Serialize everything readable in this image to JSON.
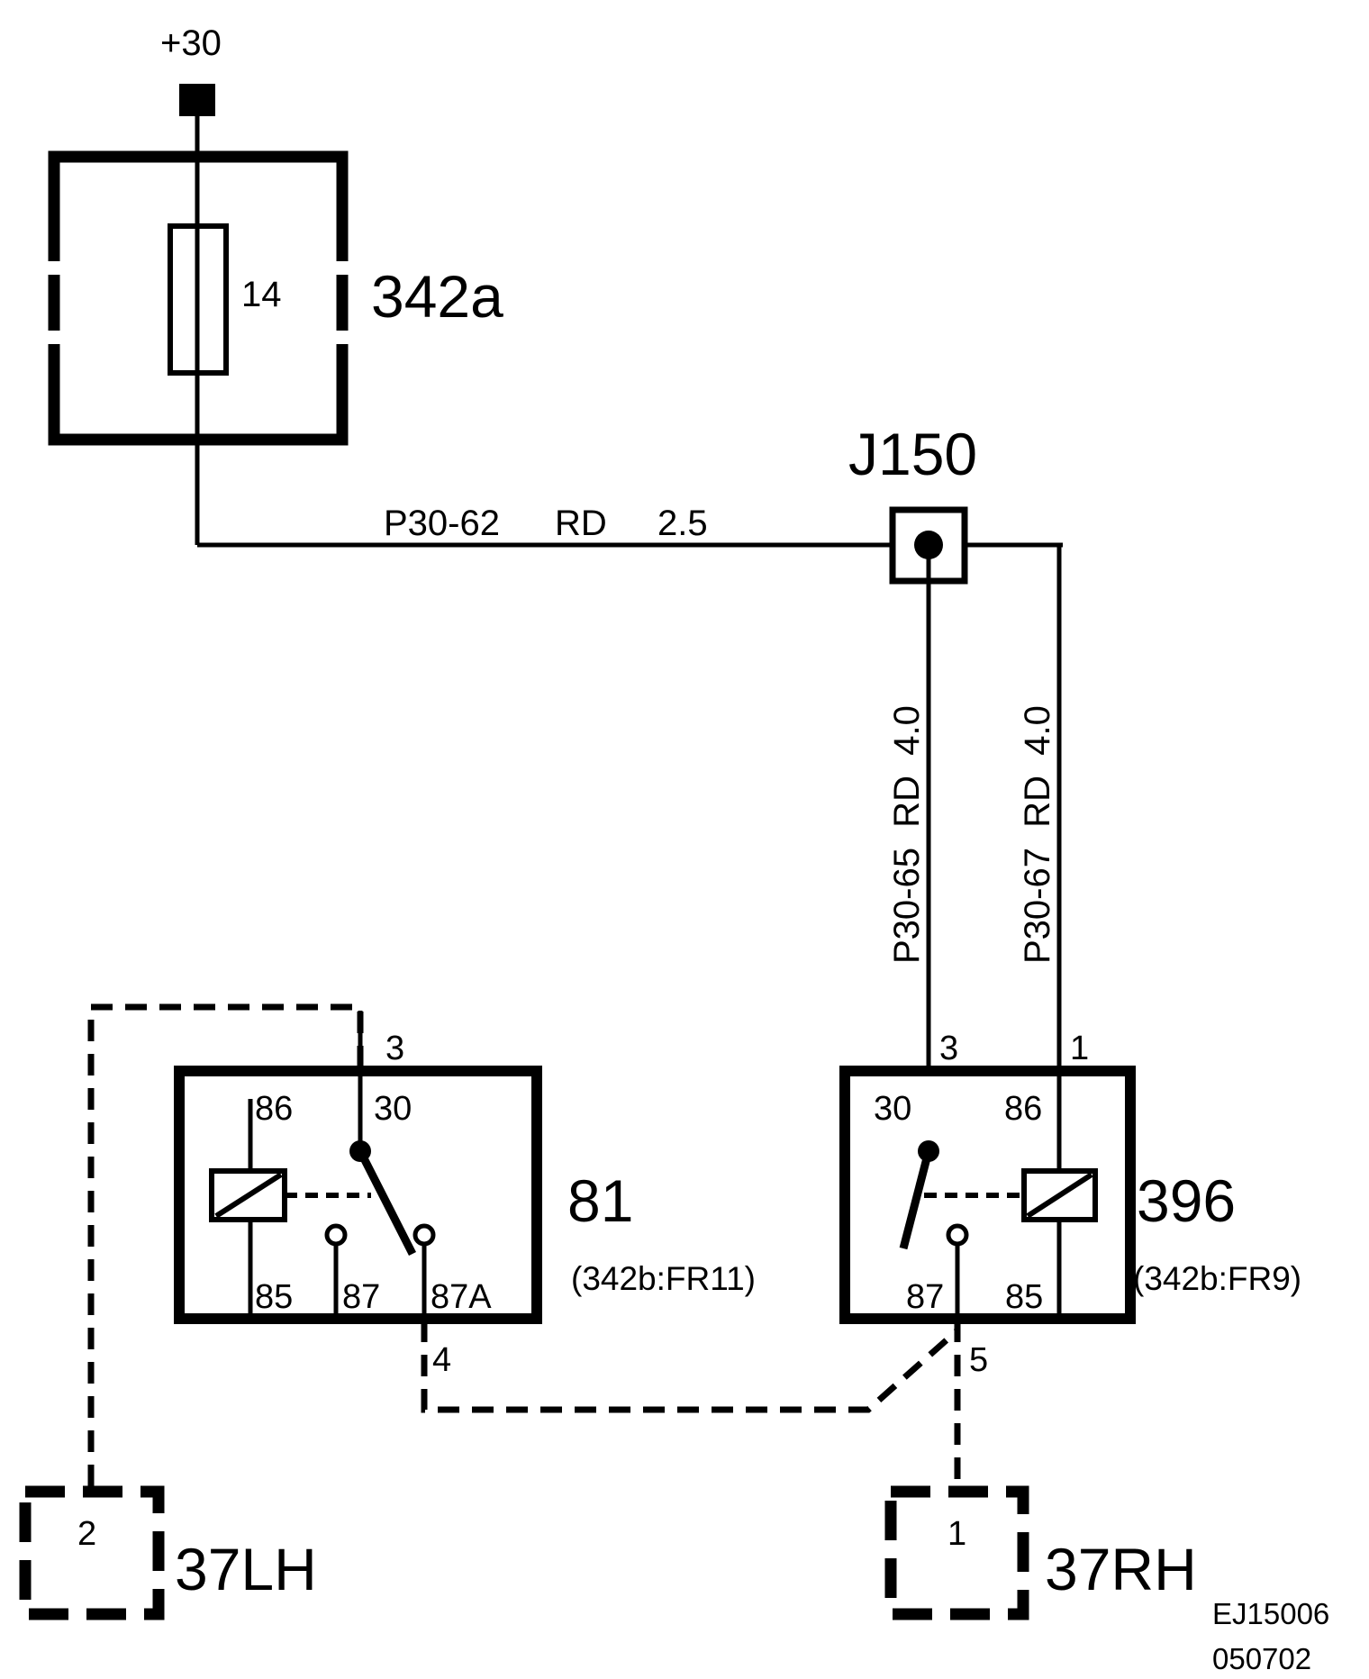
{
  "supply": {
    "label": "+30"
  },
  "fuse_box": {
    "id": "342a",
    "fuse_number": "14"
  },
  "junction": {
    "id": "J150"
  },
  "wires": {
    "w1": {
      "code": "P30-62",
      "color": "RD",
      "size": "2.5"
    },
    "w2": {
      "code": "P30-65",
      "color": "RD",
      "size": "4.0"
    },
    "w3": {
      "code": "P30-67",
      "color": "RD",
      "size": "4.0"
    }
  },
  "relay_81": {
    "id": "81",
    "ref": "(342b:FR11)",
    "pins": {
      "p86": "86",
      "p30": "30",
      "p85": "85",
      "p87": "87",
      "p87a": "87A"
    },
    "connector_pins": {
      "top": "3",
      "bottom": "4"
    }
  },
  "relay_396": {
    "id": "396",
    "ref": "(342b:FR9)",
    "pins": {
      "p30": "30",
      "p86": "86",
      "p87": "87",
      "p85": "85"
    },
    "connector_pins": {
      "left_top": "3",
      "right_top": "1",
      "bottom": "5"
    }
  },
  "lamp_lh": {
    "id": "37LH",
    "pin": "2"
  },
  "lamp_rh": {
    "id": "37RH",
    "pin": "1"
  },
  "footer": {
    "code": "EJ15006",
    "date": "050702"
  }
}
